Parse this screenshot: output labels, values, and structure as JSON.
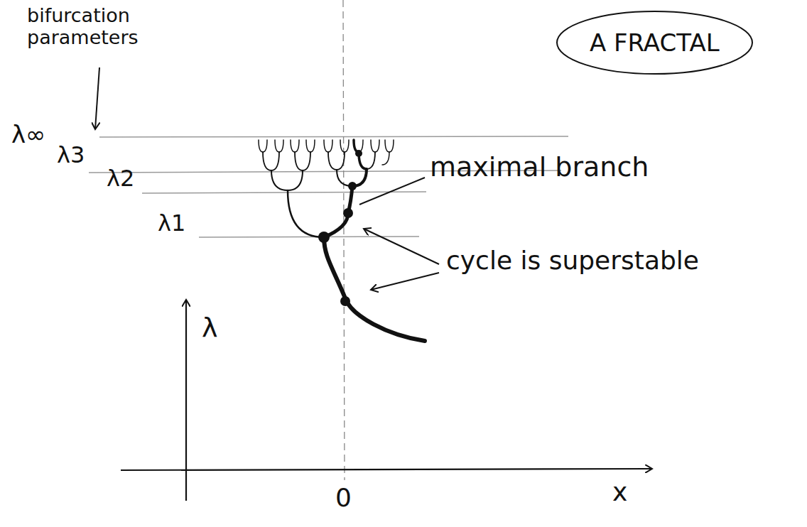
{
  "diagram": {
    "nodes": [
      {
        "text": [
          "A FRACTAL"
        ]
      }
    ],
    "labels": [
      "bifurcation parameters",
      "λ∞",
      "λ3",
      "λ2",
      "λ1",
      "maximal branch",
      "cycle is superstable",
      "λ",
      "0",
      "x"
    ]
  }
}
